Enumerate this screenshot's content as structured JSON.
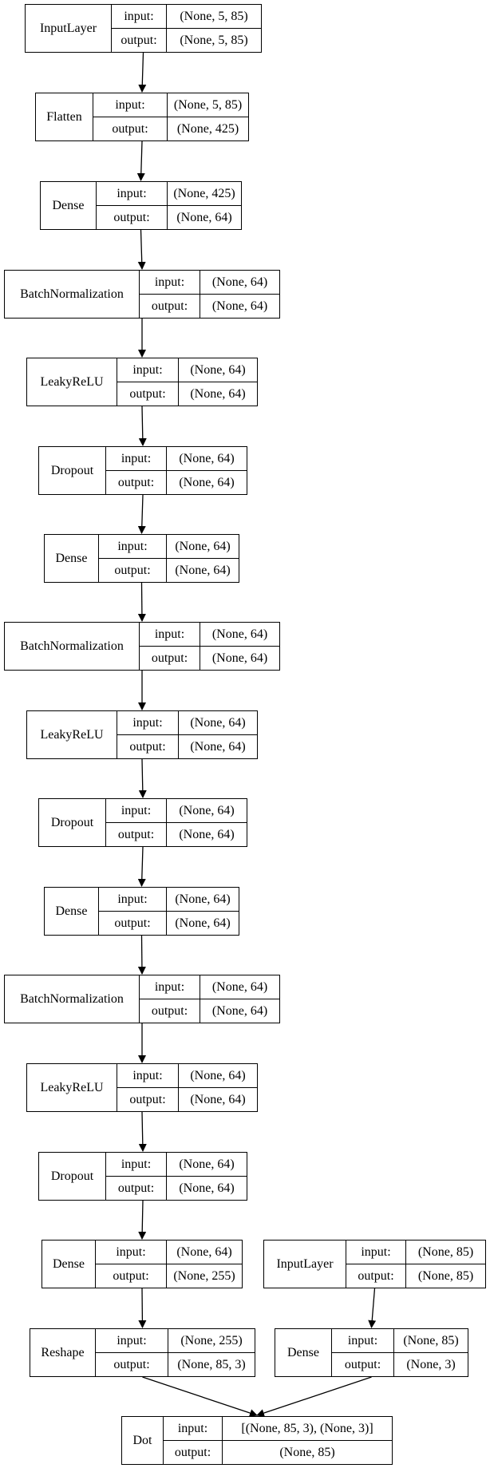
{
  "labels": {
    "input": "input:",
    "output": "output:"
  },
  "layers": [
    {
      "id": "input_layer_1",
      "name": "InputLayer",
      "input": "(None, 5, 85)",
      "output": "(None, 5, 85)"
    },
    {
      "id": "flatten",
      "name": "Flatten",
      "input": "(None, 5, 85)",
      "output": "(None, 425)"
    },
    {
      "id": "dense_1",
      "name": "Dense",
      "input": "(None, 425)",
      "output": "(None, 64)"
    },
    {
      "id": "batchnorm_1",
      "name": "BatchNormalization",
      "input": "(None, 64)",
      "output": "(None, 64)"
    },
    {
      "id": "leakyrelu_1",
      "name": "LeakyReLU",
      "input": "(None, 64)",
      "output": "(None, 64)"
    },
    {
      "id": "dropout_1",
      "name": "Dropout",
      "input": "(None, 64)",
      "output": "(None, 64)"
    },
    {
      "id": "dense_2",
      "name": "Dense",
      "input": "(None, 64)",
      "output": "(None, 64)"
    },
    {
      "id": "batchnorm_2",
      "name": "BatchNormalization",
      "input": "(None, 64)",
      "output": "(None, 64)"
    },
    {
      "id": "leakyrelu_2",
      "name": "LeakyReLU",
      "input": "(None, 64)",
      "output": "(None, 64)"
    },
    {
      "id": "dropout_2",
      "name": "Dropout",
      "input": "(None, 64)",
      "output": "(None, 64)"
    },
    {
      "id": "dense_3",
      "name": "Dense",
      "input": "(None, 64)",
      "output": "(None, 64)"
    },
    {
      "id": "batchnorm_3",
      "name": "BatchNormalization",
      "input": "(None, 64)",
      "output": "(None, 64)"
    },
    {
      "id": "leakyrelu_3",
      "name": "LeakyReLU",
      "input": "(None, 64)",
      "output": "(None, 64)"
    },
    {
      "id": "dropout_3",
      "name": "Dropout",
      "input": "(None, 64)",
      "output": "(None, 64)"
    },
    {
      "id": "dense_4",
      "name": "Dense",
      "input": "(None, 64)",
      "output": "(None, 255)"
    },
    {
      "id": "input_layer_2",
      "name": "InputLayer",
      "input": "(None, 85)",
      "output": "(None, 85)"
    },
    {
      "id": "reshape",
      "name": "Reshape",
      "input": "(None, 255)",
      "output": "(None, 85, 3)"
    },
    {
      "id": "dense_5",
      "name": "Dense",
      "input": "(None, 85)",
      "output": "(None, 3)"
    },
    {
      "id": "dot",
      "name": "Dot",
      "input": "[(None, 85, 3), (None, 3)]",
      "output": "(None, 85)"
    }
  ],
  "edges": [
    [
      "input_layer_1",
      "flatten"
    ],
    [
      "flatten",
      "dense_1"
    ],
    [
      "dense_1",
      "batchnorm_1"
    ],
    [
      "batchnorm_1",
      "leakyrelu_1"
    ],
    [
      "leakyrelu_1",
      "dropout_1"
    ],
    [
      "dropout_1",
      "dense_2"
    ],
    [
      "dense_2",
      "batchnorm_2"
    ],
    [
      "batchnorm_2",
      "leakyrelu_2"
    ],
    [
      "leakyrelu_2",
      "dropout_2"
    ],
    [
      "dropout_2",
      "dense_3"
    ],
    [
      "dense_3",
      "batchnorm_3"
    ],
    [
      "batchnorm_3",
      "leakyrelu_3"
    ],
    [
      "leakyrelu_3",
      "dropout_3"
    ],
    [
      "dropout_3",
      "dense_4"
    ],
    [
      "dense_4",
      "reshape"
    ],
    [
      "input_layer_2",
      "dense_5"
    ],
    [
      "reshape",
      "dot"
    ],
    [
      "dense_5",
      "dot"
    ]
  ]
}
